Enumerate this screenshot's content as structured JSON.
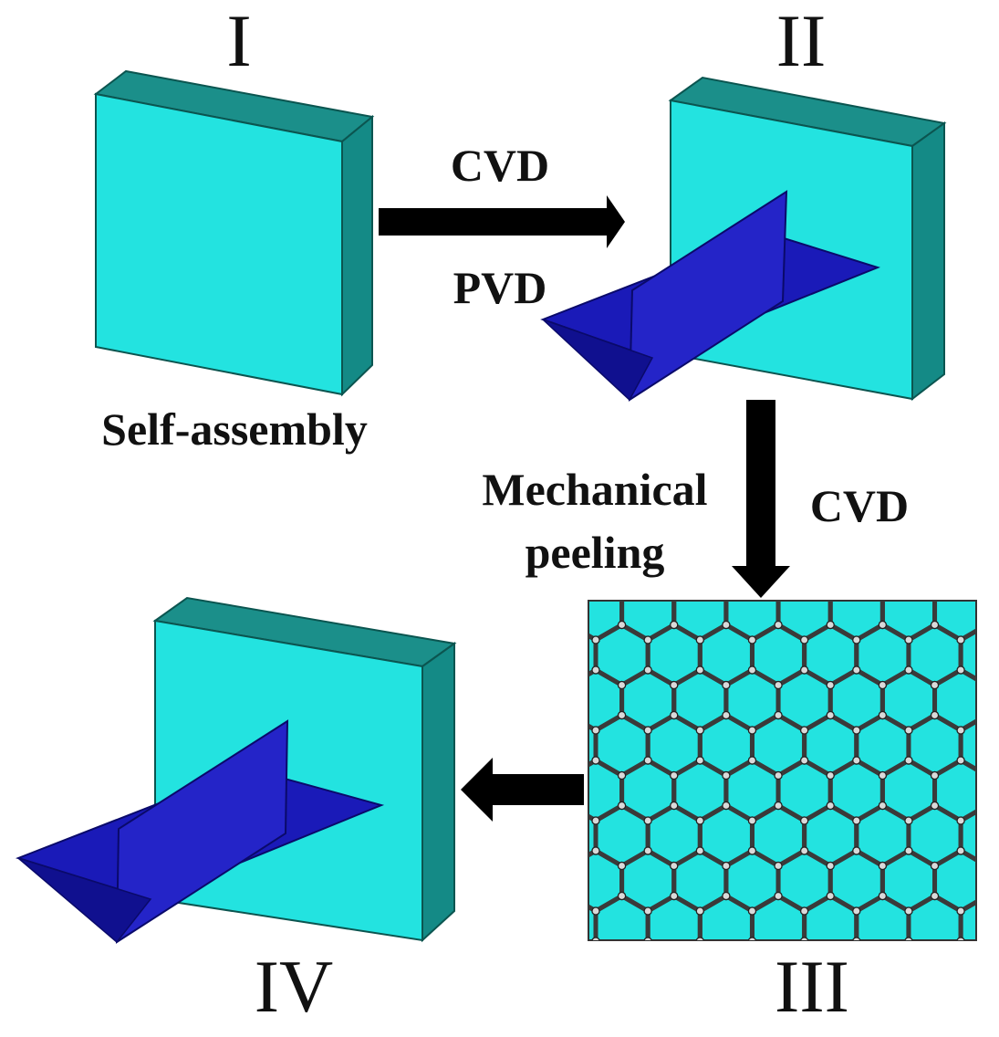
{
  "stages": {
    "s1": {
      "label": "I"
    },
    "s2": {
      "label": "II"
    },
    "s3": {
      "label": "III"
    },
    "s4": {
      "label": "IV"
    }
  },
  "processes": {
    "self_assembly": "Self-assembly",
    "cvd_top": "CVD",
    "pvd": "PVD",
    "mech_line1": "Mechanical",
    "mech_line2": "peeling",
    "cvd_right": "CVD"
  },
  "colors": {
    "substrate_front": "#23e3e0",
    "substrate_top": "#1b8f8a",
    "substrate_side": "#148a86",
    "nanosheet": "#1a1ab8",
    "arrow": "#000000",
    "lattice_bond": "#3a3a3a",
    "lattice_atom": "#d9d9d9"
  }
}
